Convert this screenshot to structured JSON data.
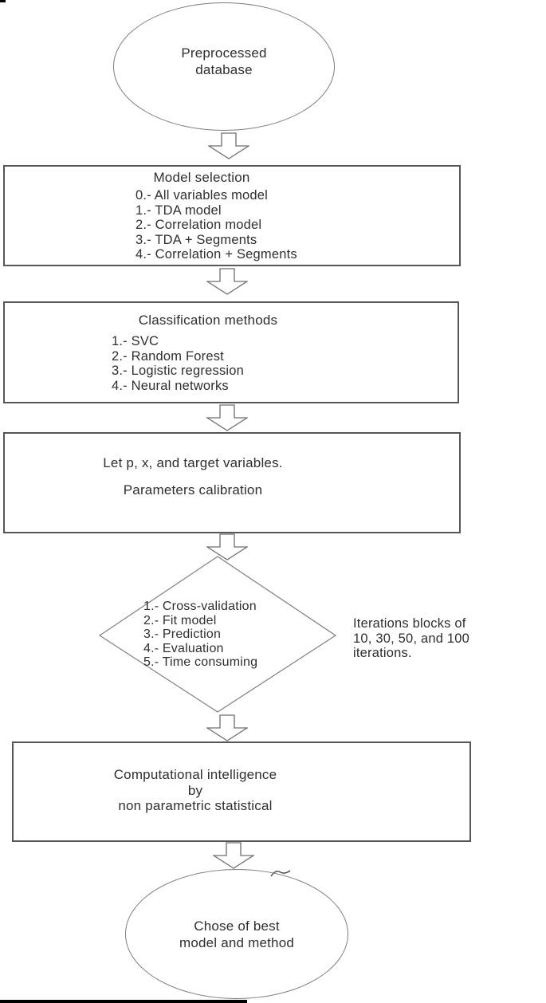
{
  "diagram": {
    "type": "flowchart",
    "start_ellipse": {
      "lines": [
        "Preprocessed",
        "database"
      ]
    },
    "model_selection_box": {
      "title": "Model selection",
      "items": [
        "0.- All variables model",
        "1.- TDA model",
        "2.- Correlation model",
        "3.- TDA + Segments",
        "4.- Correlation + Segments"
      ]
    },
    "classification_box": {
      "title": "Classification methods",
      "items": [
        "1.- SVC",
        "2.- Random Forest",
        "3.- Logistic regression",
        "4.- Neural networks"
      ]
    },
    "calibration_box": {
      "lines": [
        "Let p, x, and target variables.",
        "Parameters calibration"
      ]
    },
    "process_diamond": {
      "items": [
        "1.- Cross-validation",
        "2.- Fit model",
        "3.- Prediction",
        "4.- Evaluation",
        "5.- Time consuming"
      ]
    },
    "iterations_note": {
      "lines": [
        "Iterations blocks of",
        "10, 30, 50, and 100",
        "iterations."
      ]
    },
    "intelligence_box": {
      "lines": [
        "Computational intelligence",
        "by",
        "non parametric statistical"
      ]
    },
    "end_ellipse": {
      "lines": [
        "Chose of best",
        "model and method"
      ]
    },
    "colors": {
      "box_stroke": "#565656",
      "curve_stroke": "#7d7d7d",
      "arrow_stroke": "#6e6e6e",
      "text": "#2f2f2f",
      "background": "#ffffff"
    }
  }
}
